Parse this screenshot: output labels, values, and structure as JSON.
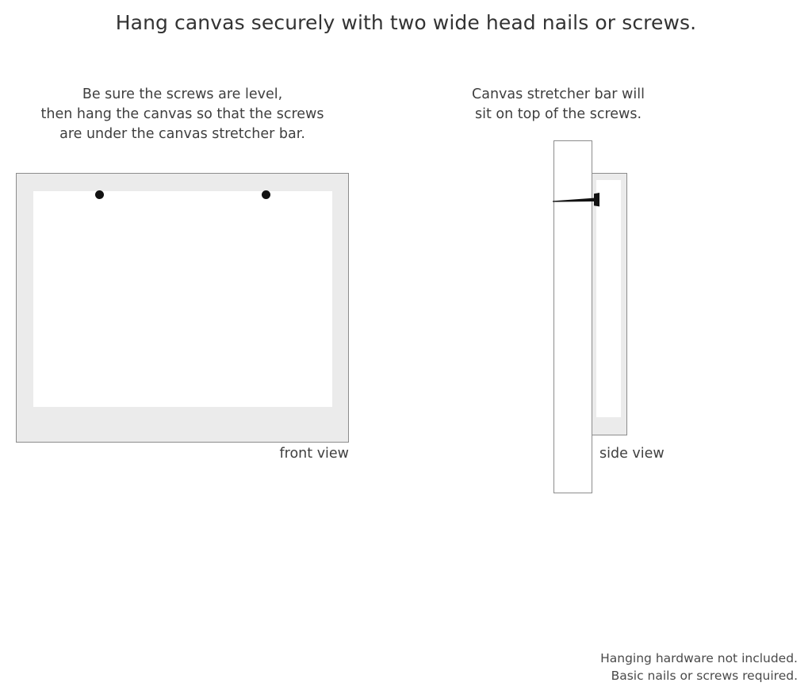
{
  "title": "Hang canvas securely with two wide head nails or screws.",
  "captions": {
    "left": {
      "line1": "Be sure the screws are level,",
      "line2": "then hang the canvas so that the screws",
      "line3": "are under the canvas stretcher bar."
    },
    "right": {
      "line1": "Canvas stretcher bar will",
      "line2": "sit on top of the screws."
    }
  },
  "front_view": {
    "label": "front view",
    "frame_color": "#ebebeb",
    "frame_border_color": "#8c8c8c",
    "inner_color": "#ffffff",
    "screws": [
      {
        "name": "left-screw",
        "color": "#121212"
      },
      {
        "name": "right-screw",
        "color": "#121212"
      }
    ]
  },
  "side_view": {
    "label": "side view",
    "panel_color": "#ebebeb",
    "panel_border_color": "#8c8c8c",
    "bar_color": "#ffffff",
    "bar_border_color": "#8c8c8c",
    "screw_color": "#121212"
  },
  "footer": {
    "line1": "Hanging hardware not included.",
    "line2": "Basic nails or screws required."
  }
}
